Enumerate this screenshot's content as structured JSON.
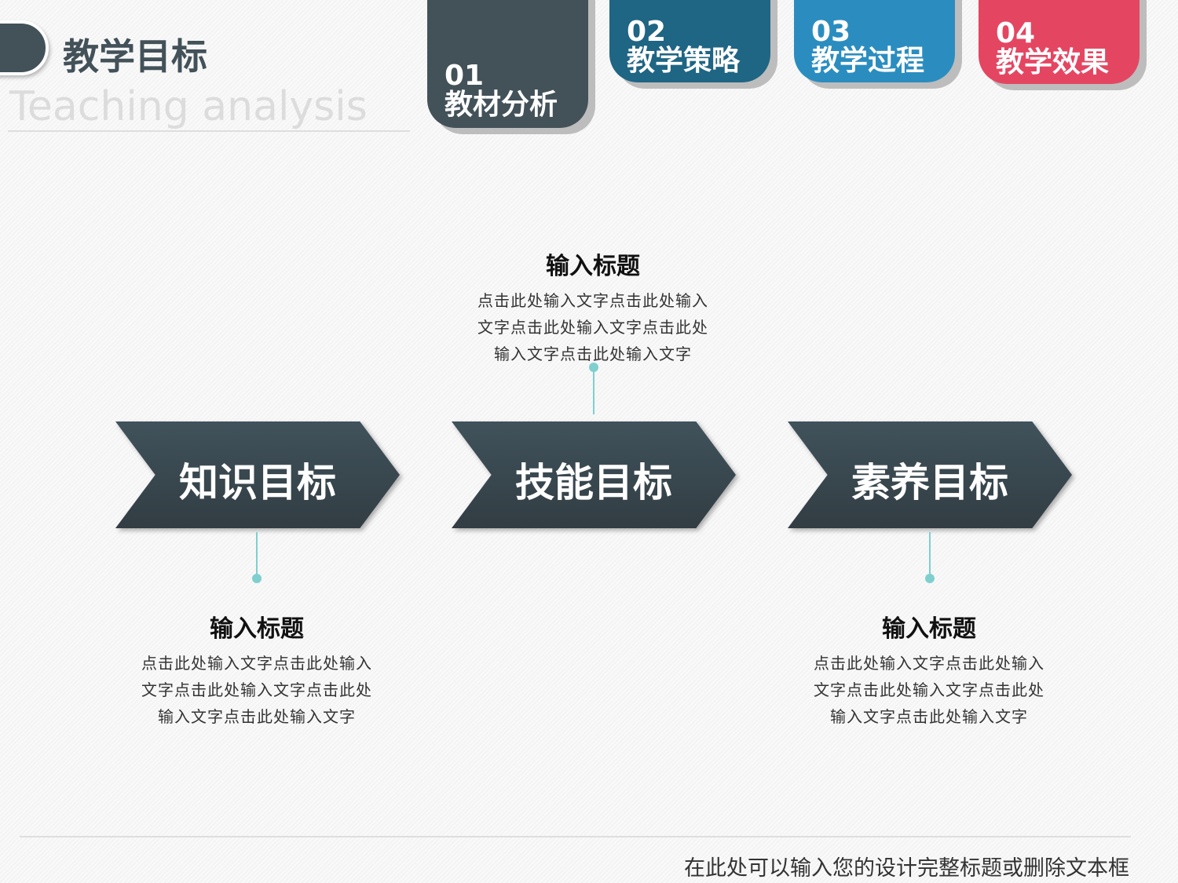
{
  "header": {
    "title": "教学目标",
    "subtitle": "Teaching analysis"
  },
  "tabs": [
    {
      "num": "01",
      "text": [
        "教",
        "材",
        "分",
        "析"
      ],
      "color": "#435159"
    },
    {
      "num": "02",
      "text": [
        "教",
        "学",
        "策",
        "略"
      ],
      "color": "#1f6584"
    },
    {
      "num": "03",
      "text": [
        "教",
        "学",
        "过",
        "程"
      ],
      "color": "#2b8dbf"
    },
    {
      "num": "04",
      "text": [
        "教",
        "学",
        "效",
        "果"
      ],
      "color": "#e44662"
    }
  ],
  "chevrons": [
    "知识目标",
    "技能目标",
    "素养目标"
  ],
  "blocks": [
    {
      "title": "输入标题",
      "lines": [
        "点击此处输入文字点击此处输入",
        "文字点击此处输入文字点击此处",
        "输入文字点击此处输入文字"
      ]
    },
    {
      "title": "输入标题",
      "lines": [
        "点击此处输入文字点击此处输入",
        "文字点击此处输入文字点击此处",
        "输入文字点击此处输入文字"
      ]
    },
    {
      "title": "输入标题",
      "lines": [
        "点击此处输入文字点击此处输入",
        "文字点击此处输入文字点击此处",
        "输入文字点击此处输入文字"
      ]
    }
  ],
  "footer": "在此处可以输入您的设计完整标题或删除文本框",
  "accent": "#7fcfcf"
}
